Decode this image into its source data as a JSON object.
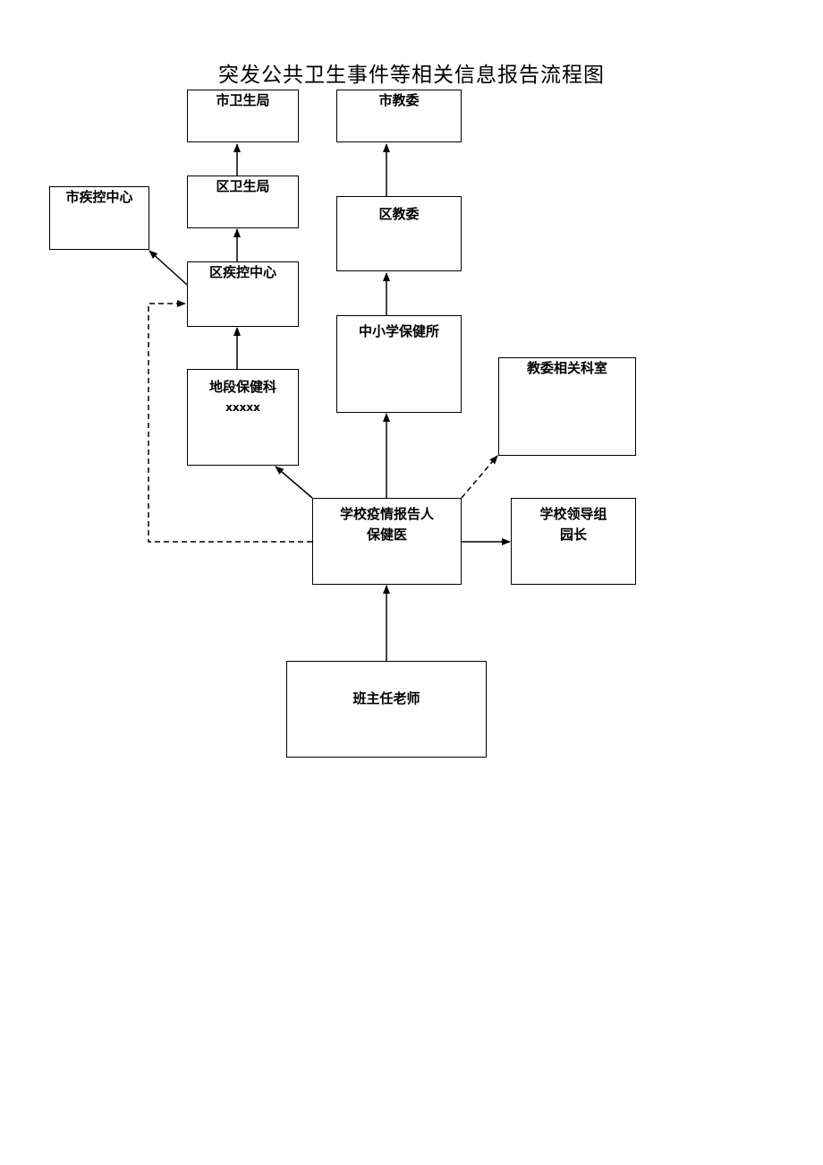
{
  "title": "突发公共卫生事件等相关信息报告流程图",
  "nodes": {
    "city_health_bureau": "市卫生局",
    "city_education_committee": "市教委",
    "district_health_bureau": "区卫生局",
    "city_cdc": "市疾控中心",
    "district_education_committee": "区教委",
    "district_cdc": "区疾控中心",
    "school_health_institute": "中小学保健所",
    "local_health_section": {
      "line1": "地段保健科",
      "line2": "xxxxx"
    },
    "education_departments": "教委相关科室",
    "school_reporter": {
      "line1": "学校疫情报告人",
      "line2": "保健医"
    },
    "school_leadership": {
      "line1": "学校领导组",
      "line2": "园长"
    },
    "head_teacher": "班主任老师"
  },
  "edge_styles": {
    "solid": "#000000",
    "dashed": "#000000"
  }
}
